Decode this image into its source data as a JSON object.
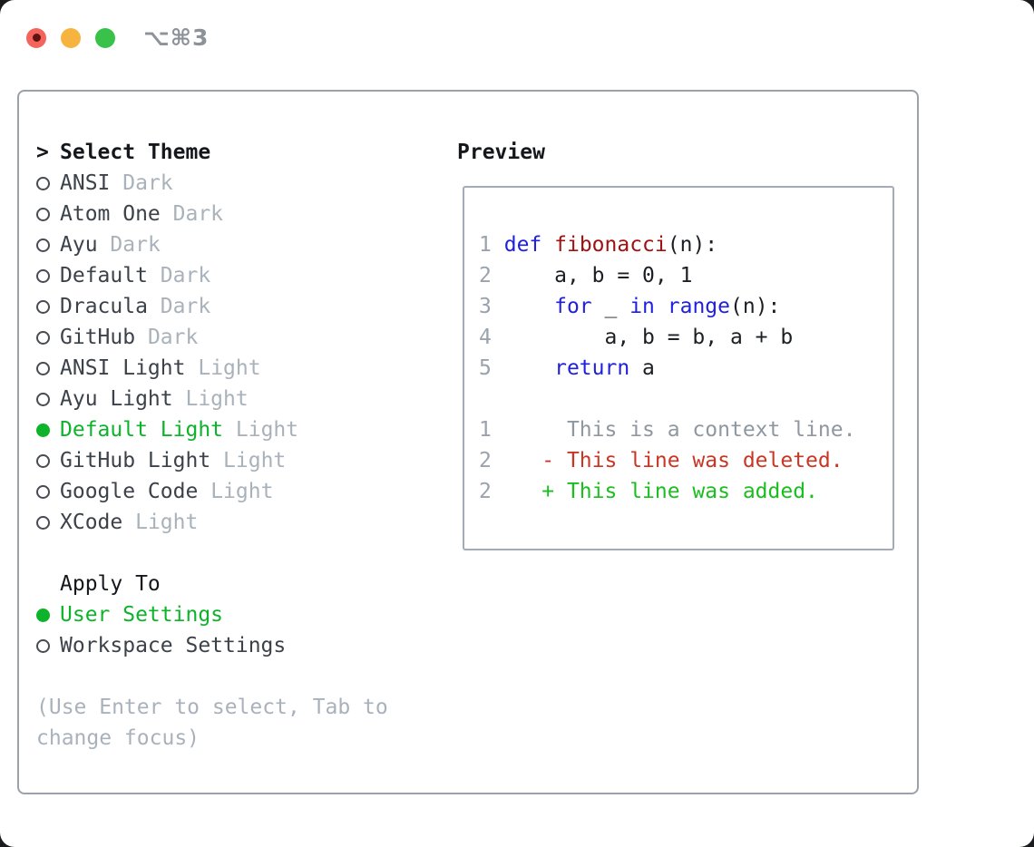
{
  "titlebar": {
    "shortcut": "⌥⌘3"
  },
  "colors": {
    "page-bg": "#1b1c1e",
    "window-bg": "#ffffff",
    "panel-border": "#9aa2ac",
    "box-border": "#a4abb5",
    "header-text": "#14171b",
    "item-text": "#3c424a",
    "muted-text": "#a9b2bb",
    "accent-green": "#0db32b",
    "ring": "#474c54",
    "keyword": "#1f1fdf",
    "function": "#a01212",
    "code-text": "#1b1f24",
    "line-number": "#9aa2ae",
    "context": "#8f97a0",
    "deleted": "#cb3524",
    "added": "#1abf1f",
    "tl-red": "#f4645c",
    "tl-red-dot": "#5e1311",
    "tl-yellow": "#f6b33e",
    "tl-green": "#38c24a",
    "shortcut-text": "#8d9299"
  },
  "theme_panel": {
    "header_prefix": ">",
    "header": "Select Theme",
    "themes": [
      {
        "name": "ANSI",
        "variant": "Dark",
        "selected": false
      },
      {
        "name": "Atom One",
        "variant": "Dark",
        "selected": false
      },
      {
        "name": "Ayu",
        "variant": "Dark",
        "selected": false
      },
      {
        "name": "Default",
        "variant": "Dark",
        "selected": false
      },
      {
        "name": "Dracula",
        "variant": "Dark",
        "selected": false
      },
      {
        "name": "GitHub",
        "variant": "Dark",
        "selected": false
      },
      {
        "name": "ANSI Light",
        "variant": "Light",
        "selected": false
      },
      {
        "name": "Ayu Light",
        "variant": "Light",
        "selected": false
      },
      {
        "name": "Default Light",
        "variant": "Light",
        "selected": true
      },
      {
        "name": "GitHub Light",
        "variant": "Light",
        "selected": false
      },
      {
        "name": "Google Code",
        "variant": "Light",
        "selected": false
      },
      {
        "name": "XCode",
        "variant": "Light",
        "selected": false
      }
    ],
    "apply_header": "Apply To",
    "apply_options": [
      {
        "label": "User Settings",
        "selected": true
      },
      {
        "label": "Workspace Settings",
        "selected": false
      }
    ],
    "help_lines": [
      "(Use Enter to select, Tab to",
      "change focus)"
    ]
  },
  "preview": {
    "title": "Preview",
    "lines": [
      {
        "num": "1",
        "segments": [
          {
            "text": "def",
            "type": "kw"
          },
          {
            "text": " ",
            "type": "code"
          },
          {
            "text": "fibonacci",
            "type": "fn"
          },
          {
            "text": "(n):",
            "type": "code"
          }
        ]
      },
      {
        "num": "2",
        "segments": [
          {
            "text": "    a, b = 0, 1",
            "type": "code"
          }
        ]
      },
      {
        "num": "3",
        "segments": [
          {
            "text": "    ",
            "type": "code"
          },
          {
            "text": "for",
            "type": "kw"
          },
          {
            "text": " _ ",
            "type": "code"
          },
          {
            "text": "in",
            "type": "kw"
          },
          {
            "text": " ",
            "type": "code"
          },
          {
            "text": "range",
            "type": "kw"
          },
          {
            "text": "(n):",
            "type": "code"
          }
        ]
      },
      {
        "num": "4",
        "segments": [
          {
            "text": "        a, b = b, a + b",
            "type": "code"
          }
        ]
      },
      {
        "num": "5",
        "segments": [
          {
            "text": "    ",
            "type": "code"
          },
          {
            "text": "return",
            "type": "kw"
          },
          {
            "text": " a",
            "type": "code"
          }
        ]
      },
      {
        "num": "",
        "segments": []
      },
      {
        "num": "1",
        "segments": [
          {
            "text": "     This is a context line.",
            "type": "ctx"
          }
        ]
      },
      {
        "num": "2",
        "segments": [
          {
            "text": "   - This line was deleted.",
            "type": "del"
          }
        ]
      },
      {
        "num": "2",
        "segments": [
          {
            "text": "   + This line was added.",
            "type": "add"
          }
        ]
      }
    ]
  }
}
